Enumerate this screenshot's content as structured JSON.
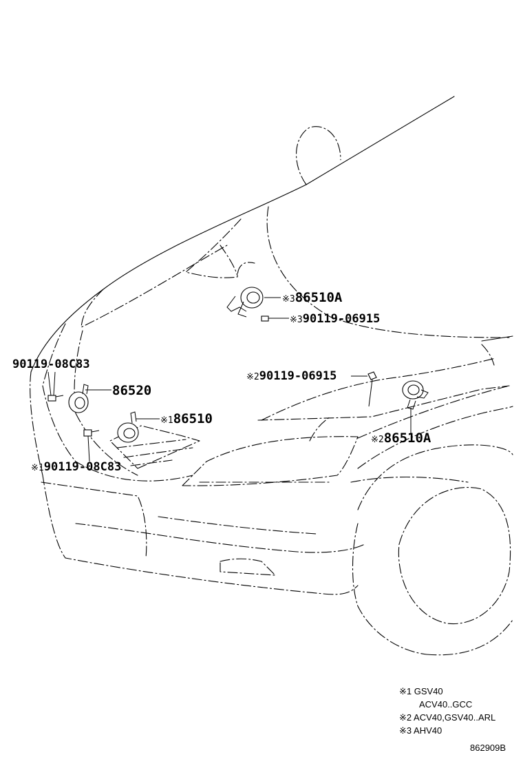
{
  "labels": {
    "horn_upper": {
      "mark": "※3",
      "part": "86510A"
    },
    "bolt_upper": {
      "mark": "※3",
      "part": "90119-06915"
    },
    "bolt_left_top": {
      "part": "90119-08C83"
    },
    "horn_low": {
      "part": "86520"
    },
    "horn_high": {
      "mark": "※1",
      "part": "86510"
    },
    "bolt_left_bottom": {
      "mark": "※1",
      "part": "90119-08C83"
    },
    "bolt_right": {
      "mark": "※2",
      "part": "90119-06915"
    },
    "horn_right": {
      "mark": "※2",
      "part": "86510A"
    }
  },
  "notes": [
    {
      "text": "※1 GSV40"
    },
    {
      "text": "ACV40..GCC"
    },
    {
      "text": "※2 ACV40,GSV40..ARL"
    },
    {
      "text": "※3 AHV40"
    }
  ],
  "illustration_code": "862909B"
}
